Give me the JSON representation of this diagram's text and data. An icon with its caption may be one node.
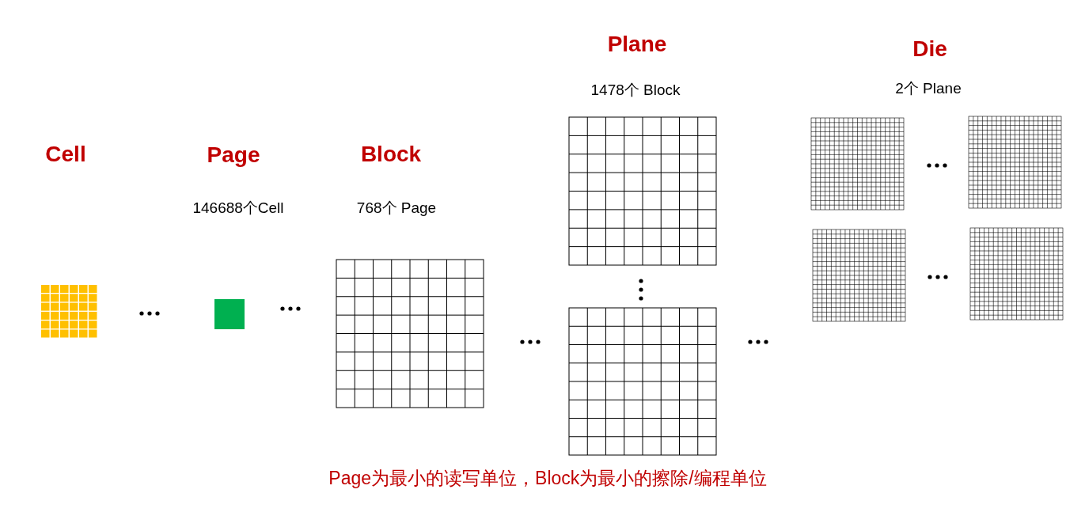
{
  "diagram": {
    "caption": "Page为最小的读写单位，Block为最小的擦除/编程单位",
    "labels": [
      "Cell",
      "Page",
      "146688个Cell",
      "Block",
      "768个 Page",
      "Plane",
      "1478个 Block",
      "Die",
      "2个 Plane"
    ]
  }
}
